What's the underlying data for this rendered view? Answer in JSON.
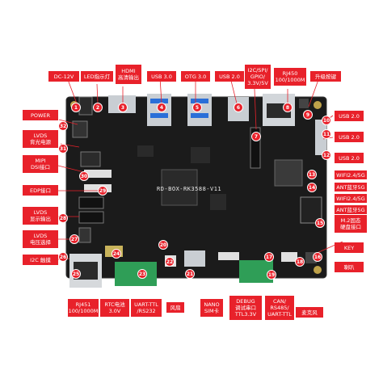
{
  "callouts": [
    {
      "id": "c-dc12v",
      "text": "DC-12V",
      "num": "1"
    },
    {
      "id": "c-led",
      "text": "LED指示灯",
      "num": "2"
    },
    {
      "id": "c-hdmi",
      "text": "HDMI\n高清输出",
      "num": "3"
    },
    {
      "id": "c-usb30",
      "text": "USB 3.0",
      "num": "4"
    },
    {
      "id": "c-otg30",
      "text": "OTG 3.0",
      "num": "5"
    },
    {
      "id": "c-usb20-top",
      "text": "USB 2.0",
      "num": "6"
    },
    {
      "id": "c-i2c",
      "text": "I2C/SPI/\nGPIO/\n3.3V/5V",
      "num": "7"
    },
    {
      "id": "c-rj45",
      "text": "RJ450\n100/1000M",
      "num": "8"
    },
    {
      "id": "c-upgrade",
      "text": "升级按键",
      "num": "9"
    },
    {
      "id": "c-usb20-r1",
      "text": "USB 2.0",
      "num": "10"
    },
    {
      "id": "c-usb20-r2",
      "text": "USB 2.0",
      "num": "11"
    },
    {
      "id": "c-usb20-r3",
      "text": "USB 2.0",
      "num": "12"
    },
    {
      "id": "c-wifi1",
      "text": "WIFI2.4/5G",
      "num": "13"
    },
    {
      "id": "c-ant1",
      "text": "ANT蓝牙5G",
      "num": "14"
    },
    {
      "id": "c-wifi2",
      "text": "WIFI2.4/5G",
      "num": ""
    },
    {
      "id": "c-ant2",
      "text": "ANT蓝牙5G",
      "num": ""
    },
    {
      "id": "c-m2",
      "text": "M.2固态\n硬盘接口",
      "num": "15"
    },
    {
      "id": "c-key",
      "text": "KEY",
      "num": ""
    },
    {
      "id": "c-mic",
      "text": "喇叭",
      "num": "16"
    },
    {
      "id": "c-speaker",
      "text": "麦克风",
      "num": "18"
    },
    {
      "id": "c-power",
      "text": "POWER",
      "num": "32"
    },
    {
      "id": "c-lvds-bl",
      "text": "LVDS\n背光电源",
      "num": "31"
    },
    {
      "id": "c-mipi",
      "text": "MIPI\nDSI接口",
      "num": "30"
    },
    {
      "id": "c-edp",
      "text": "EDP接口",
      "num": "29"
    },
    {
      "id": "c-lvds-sig",
      "text": "LVDS\n显示输出",
      "num": "28"
    },
    {
      "id": "c-lvds-v",
      "text": "LVDS\n电压选择",
      "num": "27"
    },
    {
      "id": "c-i2c-touch",
      "text": "I2C 触摸",
      "num": "26"
    },
    {
      "id": "c-rj45-b",
      "text": "RJ451\n100/1000M",
      "num": "25"
    },
    {
      "id": "c-rtc",
      "text": "RTC电池\n3.0V",
      "num": "24"
    },
    {
      "id": "c-uart",
      "text": "UART-TTL\n/RS232",
      "num": "23"
    },
    {
      "id": "c-fan",
      "text": "风扇",
      "num": "22"
    },
    {
      "id": "c-nano",
      "text": "NANO\nSIM卡",
      "num": "21"
    },
    {
      "id": "c-debug",
      "text": "DEBUG\n调试串口\nTTL3.3V",
      "num": "20"
    },
    {
      "id": "c-can",
      "text": "CAN/\nRS485/\nUART-TTL",
      "num": "19"
    },
    {
      "id": "c-mic2",
      "text": "",
      "num": "17"
    }
  ],
  "board": {
    "silkscreen": "RD-BOX-RK3588-V11"
  },
  "colors": {
    "accent": "#e8212a",
    "board": "#1c1c1c",
    "header_green": "#2f9e57",
    "port_silver": "#c9ced3",
    "usb_blue": "#2a6fd8"
  }
}
